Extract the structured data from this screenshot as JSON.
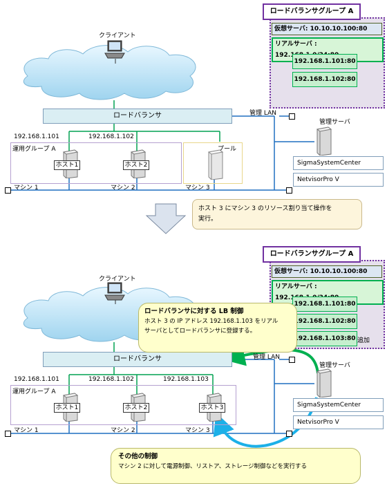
{
  "top": {
    "client_label": "クライアント",
    "lb_label": "ロードバランサ",
    "mgmt_lan_label": "管理 LAN",
    "mgmt_server_label": "管理サーバ",
    "ip1": "192.168.1.101",
    "ip2": "192.168.1.102",
    "group_label": "運用グループ A",
    "pool_label": "プール",
    "host1": "ホスト1",
    "host2": "ホスト2",
    "machine1": "マシン 1",
    "machine2": "マシン 2",
    "machine3": "マシン 3",
    "ssc": "SigmaSystemCenter",
    "npv": "NetvisorPro V"
  },
  "panel_top": {
    "title": "ロードバランサグループ A",
    "virtual_server": "仮想サーバ: 10.10.10.100:80",
    "real_server": "リアルサーバ : 192.168.1.0/24:80",
    "ips": [
      "192.168.1.101:80",
      "192.168.1.102:80"
    ]
  },
  "step_callout": {
    "line1": "ホスト 3 にマシン 3 のリソース割り当て操作を",
    "line2": "実行。"
  },
  "bottom": {
    "client_label": "クライアント",
    "lb_label": "ロードバランサ",
    "mgmt_lan_label": "管理 LAN",
    "mgmt_server_label": "管理サーバ",
    "ip1": "192.168.1.101",
    "ip2": "192.168.1.102",
    "ip3": "192.168.1.103",
    "group_label": "運用グループ A",
    "host1": "ホスト1",
    "host2": "ホスト2",
    "host3": "ホスト3",
    "machine1": "マシン 1",
    "machine2": "マシン 2",
    "machine3": "マシン 3",
    "ssc": "SigmaSystemCenter",
    "npv": "NetvisorPro V"
  },
  "panel_bottom": {
    "title": "ロードバランサグループ A",
    "virtual_server": "仮想サーバ: 10.10.10.100:80",
    "real_server": "リアルサーバ : 192.168.1.0/24:80",
    "ips": [
      "192.168.1.101:80",
      "192.168.1.102:80",
      "192.168.1.103:80"
    ],
    "added_label": "追加"
  },
  "lb_bubble": {
    "title": "ロードバランサに対する LB 制御",
    "line1": "ホスト 3 の IP アドレス 192.168.1.103 をリアル",
    "line2": "サーバとしてロードバランサに登録する。"
  },
  "other_bubble": {
    "title": "その他の制御",
    "line1": "マシン 2 に対して電源制御、リストア、ストレージ制御などを実行する"
  },
  "colors": {
    "lan_green": "#00a050",
    "mgmt_blue": "#1f6fc0",
    "arrow_green": "#00b050",
    "arrow_cyan": "#1cb0e8",
    "panel_purple": "#7030a0"
  }
}
